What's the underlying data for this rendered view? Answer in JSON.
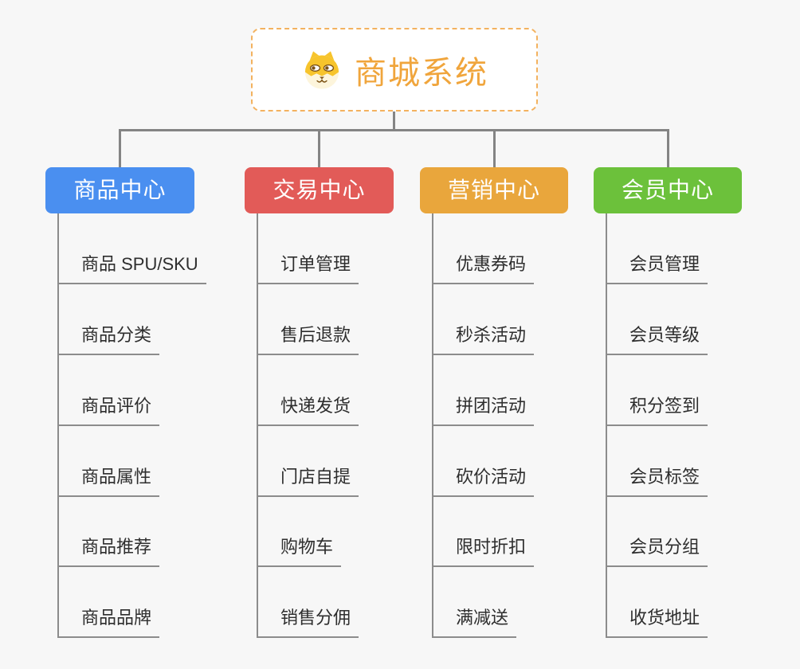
{
  "root": {
    "title": "商城系统",
    "icon": "dog-face-icon",
    "title_color": "#F0A53C",
    "border_color": "#F3B25F"
  },
  "branches": [
    {
      "label": "商品中心",
      "color": "#4A8FF0",
      "items": [
        "商品 SPU/SKU",
        "商品分类",
        "商品评价",
        "商品属性",
        "商品推荐",
        "商品品牌"
      ]
    },
    {
      "label": "交易中心",
      "color": "#E25B58",
      "items": [
        "订单管理",
        "售后退款",
        "快递发货",
        "门店自提",
        "购物车",
        "销售分佣"
      ]
    },
    {
      "label": "营销中心",
      "color": "#E9A63C",
      "items": [
        "优惠券码",
        "秒杀活动",
        "拼团活动",
        "砍价活动",
        "限时折扣",
        "满减送"
      ]
    },
    {
      "label": "会员中心",
      "color": "#6CC13B",
      "items": [
        "会员管理",
        "会员等级",
        "积分签到",
        "会员标签",
        "会员分组",
        "收货地址"
      ]
    }
  ],
  "colors": {
    "background": "#F7F7F7",
    "connector": "#848484",
    "underline": "#8C8C8C",
    "item_text": "#2E2E2E"
  }
}
